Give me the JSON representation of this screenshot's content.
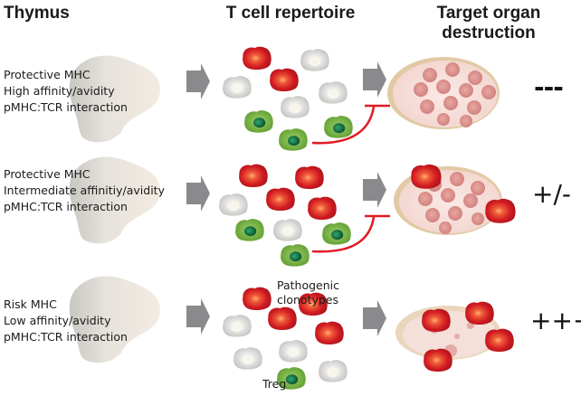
{
  "headers": {
    "thymus": "Thymus",
    "repertoire": "T cell repertoire",
    "target_line1": "Target organ",
    "target_line2": "destruction"
  },
  "rows": [
    {
      "mhc": "Protective MHC",
      "affinity": "High affinity/avidity",
      "interaction": "pMHC:TCR interaction",
      "destruction_score": "---",
      "regulation_inhibits": true
    },
    {
      "mhc": "Protective MHC",
      "affinity": "Intermediate affinitiy/avidity",
      "interaction": "pMHC:TCR interaction",
      "destruction_score": "+/-",
      "regulation_inhibits": true
    },
    {
      "mhc": "Risk MHC",
      "affinity": "Low affinity/avidity",
      "interaction": "pMHC:TCR interaction",
      "destruction_score": "+++",
      "regulation_inhibits": false
    }
  ],
  "labels": {
    "pathogenic_line1": "Pathogenic",
    "pathogenic_line2": "clonotypes",
    "treg": "Treg"
  },
  "legend_colors": {
    "pathogenic_cell": "#c8161d",
    "naive_cell": "#d4d4d4",
    "treg_cell": "#6aa63a",
    "inhibition_line": "#e01b24",
    "arrow": "#8a8a8c"
  }
}
